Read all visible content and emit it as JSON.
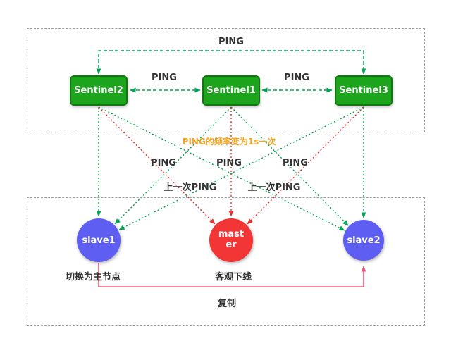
{
  "sentinel_panel": {
    "boxes": [
      {
        "label": "Sentinel2"
      },
      {
        "label": "Sentinel1"
      },
      {
        "label": "Sentinel3"
      }
    ],
    "ping_top": "PING",
    "ping_left": "PING",
    "ping_right": "PING"
  },
  "middle": {
    "frequency_note": "PING的频率变为1s一次",
    "ping_labels": [
      "PING",
      "PING",
      "PING"
    ],
    "last_ping_labels": [
      "上一次PING",
      "上一次PING"
    ]
  },
  "node_panel": {
    "nodes": [
      {
        "label": "slave1"
      },
      {
        "label": "master"
      },
      {
        "label": "slave2"
      }
    ],
    "slave1_note": "切换为主节点",
    "master_note": "客观下线",
    "replication_label": "复制"
  },
  "colors": {
    "sentinel_green": "#1ca51c",
    "green_line": "#00a651",
    "red_line": "#e93030",
    "slave_purple": "#5e5ef2",
    "master_red": "#f23535",
    "replication_pink": "#e85a78",
    "note_orange": "#f5a623",
    "text_dark": "#333333"
  }
}
